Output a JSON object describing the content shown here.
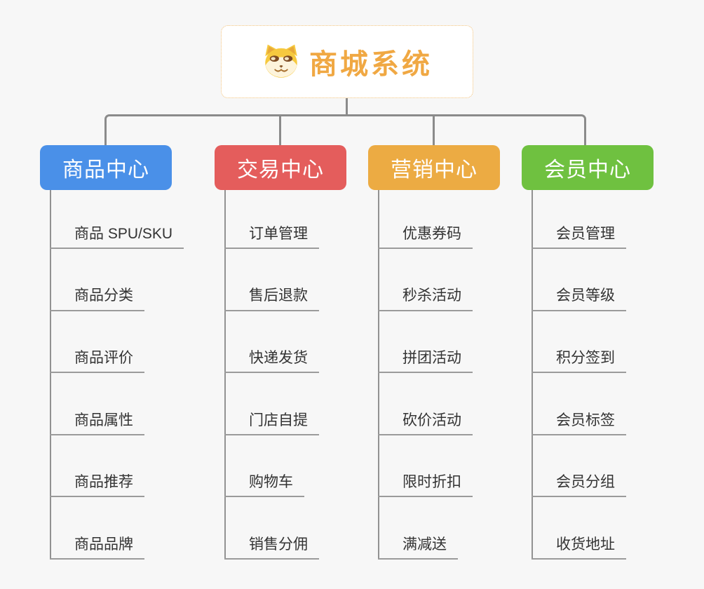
{
  "root": {
    "title": "商城系统",
    "icon": "dog-face-icon"
  },
  "branches": [
    {
      "label": "商品中心",
      "color": "#4a90e8",
      "children": [
        "商品 SPU/SKU",
        "商品分类",
        "商品评价",
        "商品属性",
        "商品推荐",
        "商品品牌"
      ]
    },
    {
      "label": "交易中心",
      "color": "#e45d5c",
      "children": [
        "订单管理",
        "售后退款",
        "快递发货",
        "门店自提",
        "购物车",
        "销售分佣"
      ]
    },
    {
      "label": "营销中心",
      "color": "#ecab43",
      "children": [
        "优惠券码",
        "秒杀活动",
        "拼团活动",
        "砍价活动",
        "限时折扣",
        "满减送"
      ]
    },
    {
      "label": "会员中心",
      "color": "#6fc140",
      "children": [
        "会员管理",
        "会员等级",
        "积分签到",
        "会员标签",
        "会员分组",
        "收货地址"
      ]
    }
  ],
  "colors": {
    "background": "#f7f7f7",
    "root_title": "#f0a843",
    "root_border": "#f2c179",
    "connector": "#8b8b8b",
    "leaf_underline": "#9b9b9b",
    "leaf_text": "#333333"
  }
}
